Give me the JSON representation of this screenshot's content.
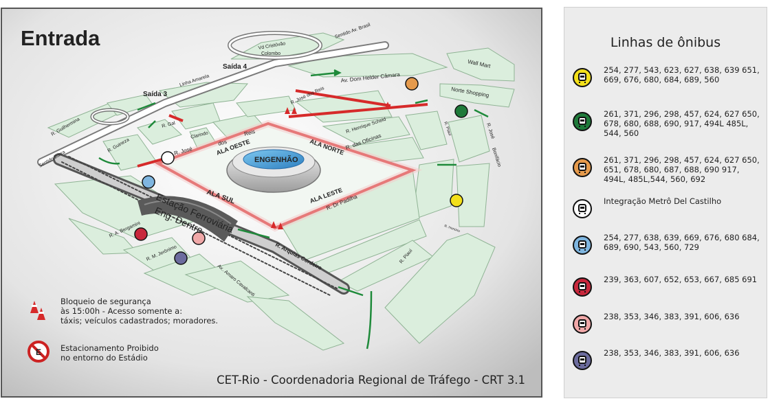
{
  "map": {
    "title": "Entrada",
    "stadium": "ENGENHÃO",
    "wings": [
      "ALA OESTE",
      "ALA NORTE",
      "ALA SUL",
      "ALA LESTE"
    ],
    "station": [
      "Estação Ferroviária",
      "Eng. Dentro"
    ],
    "streets": {
      "sentido_av_brasil": "Sentido Av. Brasil",
      "vd_cristovao": "Vd Cristóvão",
      "colombo": "Colombo",
      "saida4": "Saída 4",
      "saida3": "Saída 3",
      "linha_amarela": "Linha Amarela",
      "wall_mart": "Wall Mart",
      "norte_shopping": "Norte Shopping",
      "dom_helder": "Av. Dom Helder Câmara",
      "jose_dos_reis_top": "R. José dos Reis",
      "henrique_scheid": "R. Henrique Scheid",
      "r_gal": "R. Gal",
      "clarindo": "Clarindo",
      "jose_dos_reis_mid_1": "R. José",
      "jose_dos_reis_mid_2": "dos",
      "jose_dos_reis_mid_3": "Reis",
      "guilhermina": "R. Guilhermina",
      "guineza": "R. Guineza",
      "sentido_barra": "Sentido Barra",
      "das_oficinas": "R. das Oficinas",
      "piaui_top": "R. Piauí",
      "jose_bonifacio_1": "R. José",
      "jose_bonifacio_2": "Bonifácio",
      "dr_padilha": "R. Dr Padilha",
      "bergamini": "R. A. Bergamini",
      "jeronimo": "R. M. Jerônimo",
      "amaro_cavalcanti": "Av.. Amaro Cavalcanti",
      "arquias_cordeiro": "R. Arquias Cordeiro",
      "piaui_bottom": "R. Piauí",
      "honorio": "R. Honório"
    },
    "legend_block": "Bloqueio  de  segurança\nàs 15:00h - Acesso somente a:\ntáxis; veículos cadastrados; moradores.",
    "legend_parking": "Estacionamento Proibido\nno entorno do Estádio",
    "credit": "CET-Rio - Coordenadoria Regional de Tráfego - CRT 3.1"
  },
  "sidebar": {
    "title": "Linhas de ônibus",
    "lines": [
      {
        "color": "#f3e01a",
        "text": "254, 277, 543, 623, 627, 638, 639 651, 669, 676, 680, 684, 689, 560"
      },
      {
        "color": "#1f7a3a",
        "text": "261, 371, 296, 298, 457, 624, 627 650, 678, 680, 688, 690, 917, 494L 485L, 544, 560"
      },
      {
        "color": "#e59a4c",
        "text": "261, 371, 296, 298, 457, 624, 627 650, 651, 678, 680, 687, 688, 690 917, 494L, 485L,544, 560, 692"
      },
      {
        "color": "#ffffff",
        "text": "Integração Metrô Del Castilho"
      },
      {
        "color": "#7fb6e0",
        "text": "254, 277, 638, 639, 669, 676, 680 684, 689, 690, 543, 560, 729"
      },
      {
        "color": "#c8283c",
        "text": "239, 363, 607, 652, 653, 667, 685 691"
      },
      {
        "color": "#f0a8a8",
        "text": "238, 353, 346, 383, 391, 606, 636"
      },
      {
        "color": "#6c6c9e",
        "text": "238, 353, 346, 383, 391, 606, 636"
      }
    ]
  }
}
